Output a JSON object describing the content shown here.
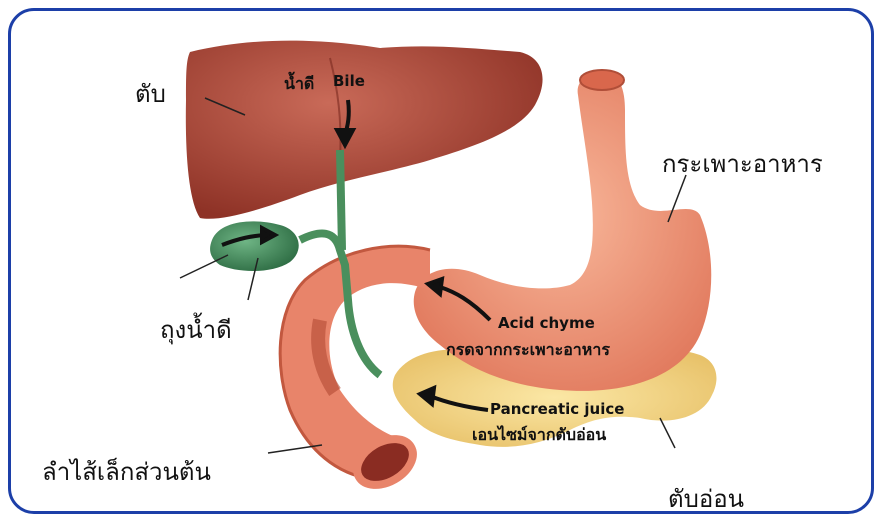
{
  "labels": {
    "liver": "ตับ",
    "bile_th": "น้ำดี",
    "bile_en": "Bile",
    "stomach": "กระเพาะอาหาร",
    "gallbladder": "ถุงน้ำดี",
    "acid_chyme_en": "Acid chyme",
    "acid_chyme_th": "กรดจากกระเพาะอาหาร",
    "pancreatic_juice_en": "Pancreatic juice",
    "pancreatic_juice_th": "เอนไซม์จากตับอ่อน",
    "duodenum": "ลำไส้เล็กส่วนต้น",
    "pancreas": "ตับอ่อน"
  },
  "colors": {
    "frame": "#1c3fa8",
    "liver": "#b24a3c",
    "stomach": "#f09a78",
    "intestine": "#e8846a",
    "gallbladder": "#3f8a5a",
    "pancreas": "#f3d27a",
    "arrow": "#111111"
  }
}
